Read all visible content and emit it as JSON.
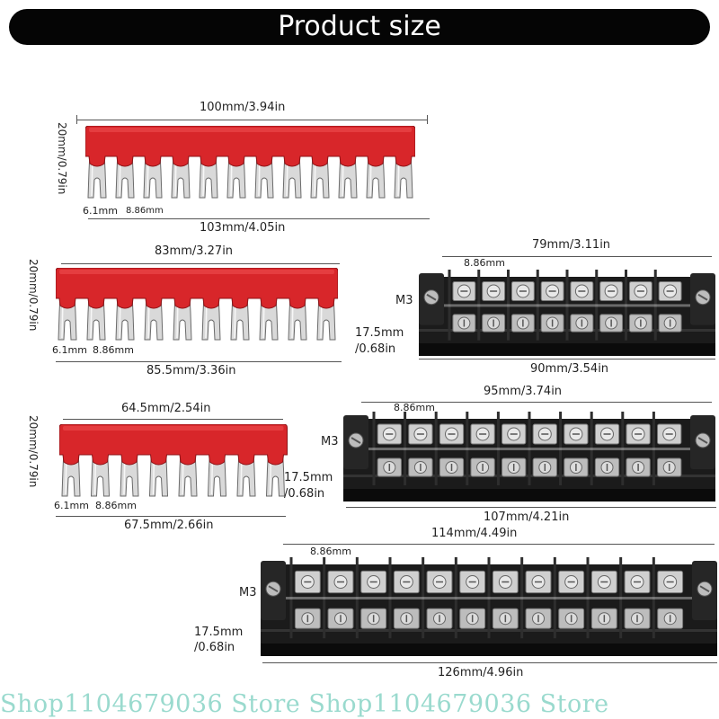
{
  "banner": {
    "title": "Product size"
  },
  "jumper_a": {
    "length_top": "100mm/3.94in",
    "height": "20mm/0.79in",
    "fork_width": "6.1mm",
    "pitch": "8.86mm",
    "length_bottom": "103mm/4.05in",
    "forks": 12
  },
  "jumper_b": {
    "length_top": "83mm/3.27in",
    "height": "20mm/0.79in",
    "fork_width": "6.1mm",
    "pitch": "8.86mm",
    "length_bottom": "85.5mm/3.36in",
    "forks": 10
  },
  "jumper_c": {
    "length_top": "64.5mm/2.54in",
    "height": "20mm/0.79in",
    "fork_width": "6.1mm",
    "pitch": "8.86mm",
    "length_bottom": "67.5mm/2.66in",
    "forks": 8
  },
  "block_a": {
    "inner_length": "79mm/3.11in",
    "pitch": "8.86mm",
    "screw": "M3",
    "height_mm": "17.5mm",
    "height_in": "/0.68in",
    "outer_length": "90mm/3.54in",
    "terminals": 8
  },
  "block_b": {
    "inner_length": "95mm/3.74in",
    "pitch": "8.86mm",
    "screw": "M3",
    "height_mm": "17.5mm",
    "height_in": "/0.68in",
    "outer_length": "107mm/4.21in",
    "terminals": 10
  },
  "block_c": {
    "inner_length": "114mm/4.49in",
    "pitch": "8.86mm",
    "screw": "M3",
    "height_mm": "17.5mm",
    "height_in": "/0.68in",
    "outer_length": "126mm/4.96in",
    "terminals": 12
  },
  "watermark": {
    "text": "Shop1104679036 Store Shop1104679036 Store"
  },
  "colors": {
    "jumper_red": "#d8262a",
    "block_black": "#1b1b1b",
    "banner": "#050505",
    "watermark": "#7fd1c3"
  }
}
